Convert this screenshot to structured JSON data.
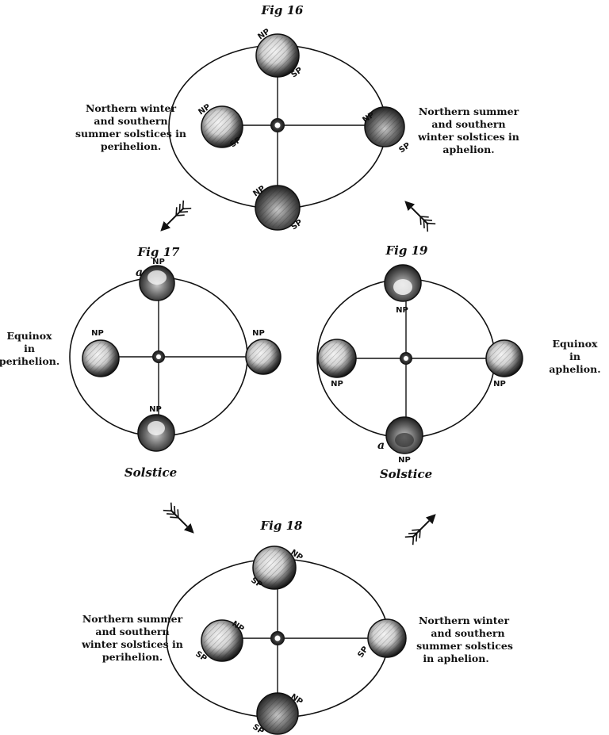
{
  "figures": {
    "fig16": {
      "title": "Fig 16",
      "caption_left": [
        "Northern winter",
        "and southern",
        "summer solstices in",
        "perihelion."
      ],
      "caption_right": [
        "Northern summer",
        "and southern",
        "winter solstices in",
        "aphelion."
      ],
      "pole_np": "NP",
      "pole_sp": "SP"
    },
    "fig17": {
      "title": "Fig 17",
      "caption_left": [
        "Equinox",
        "in",
        "perihelion."
      ],
      "bottom_label": "Solstice",
      "marker": "a",
      "pole_np": "NP"
    },
    "fig19": {
      "title": "Fig 19",
      "caption_right": [
        "Equinox",
        "in",
        "aphelion."
      ],
      "bottom_label": "Solstice",
      "marker": "a",
      "pole_np": "NP"
    },
    "fig18": {
      "title": "Fig 18",
      "caption_left": [
        "Northern summer",
        "and southern",
        "winter solstices in",
        "perihelion."
      ],
      "caption_right": [
        "Northern winter",
        "and southern",
        "summer solstices",
        "in aphelion."
      ],
      "pole_np": "NP",
      "pole_sp": "SP"
    }
  },
  "colors": {
    "ink": "#111111",
    "paper": "#ffffff",
    "globe_light": "#e8e8e8",
    "globe_dark": "#1a1a1a"
  }
}
